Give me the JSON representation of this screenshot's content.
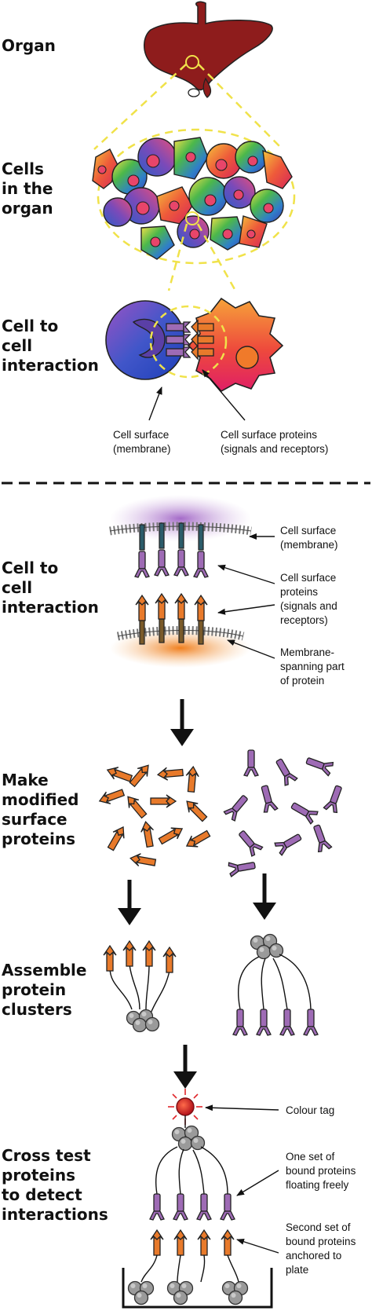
{
  "sections": {
    "organ": [
      "Organ"
    ],
    "cells": [
      "Cells",
      "in the",
      "organ"
    ],
    "interaction1": [
      "Cell to",
      "cell",
      "interaction"
    ],
    "interaction2": [
      "Cell to",
      "cell",
      "interaction"
    ],
    "make": [
      "Make",
      "modified",
      "surface",
      "proteins"
    ],
    "assemble": [
      "Assemble",
      "protein",
      "clusters"
    ],
    "cross": [
      "Cross test",
      "proteins",
      "to detect",
      "interactions"
    ]
  },
  "callouts": {
    "top_membrane": [
      "Cell surface",
      "(membrane)"
    ],
    "top_proteins": [
      "Cell surface proteins",
      "(signals and receptors)"
    ],
    "detail_membrane": [
      "Cell surface",
      "(membrane)"
    ],
    "detail_proteins": [
      "Cell surface",
      "proteins",
      "(signals and",
      "receptors)"
    ],
    "spanning": [
      "Membrane-",
      "spanning part",
      "of protein"
    ],
    "colour_tag": [
      "Colour tag"
    ],
    "floating": [
      "One set of",
      "bound proteins",
      "floating freely"
    ],
    "anchored": [
      "Second set of",
      "bound proteins",
      "anchored to",
      "plate"
    ]
  },
  "colors": {
    "organ": "#8e1c1c",
    "signal_protein": "#e87a2b",
    "receptor_protein": "#9e6bb5",
    "cluster_core": "#9a9a9a",
    "tag": "#d41f1f",
    "connector": "#f0e24a"
  }
}
